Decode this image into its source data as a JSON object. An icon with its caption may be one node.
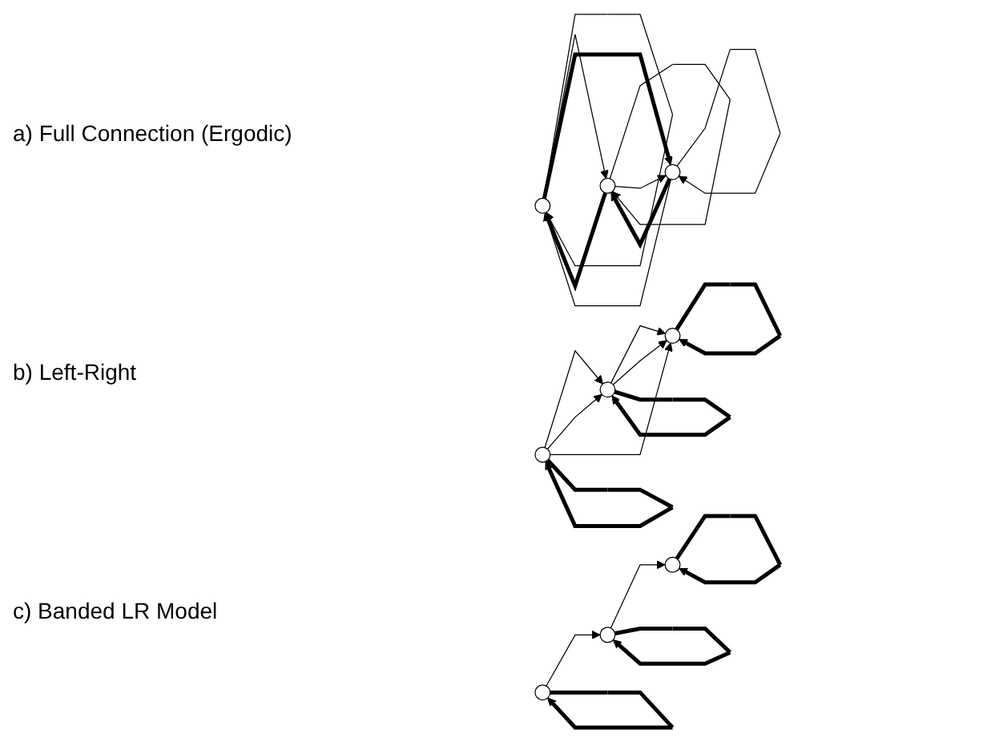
{
  "diagram": {
    "nodes": [
      {
        "text": [],
        "shape": "circle"
      },
      {
        "text": [],
        "shape": "circle"
      },
      {
        "text": [],
        "shape": "circle"
      },
      {
        "text": [],
        "shape": "circle"
      },
      {
        "text": [],
        "shape": "circle"
      },
      {
        "text": [],
        "shape": "circle"
      },
      {
        "text": [],
        "shape": "circle"
      },
      {
        "text": [],
        "shape": "circle"
      },
      {
        "text": [],
        "shape": "circle"
      }
    ],
    "edges": [
      {
        "from": 0,
        "to": 0,
        "arrow": "to"
      },
      {
        "from": 1,
        "to": 1,
        "arrow": "to"
      },
      {
        "from": 2,
        "to": 2,
        "arrow": "to"
      },
      {
        "from": 1,
        "to": 0,
        "arrow": "to",
        "style": "thick"
      },
      {
        "from": 0,
        "to": 1,
        "arrow": "to"
      },
      {
        "from": 0,
        "to": 2,
        "arrow": "to",
        "style": "thick"
      },
      {
        "from": 2,
        "to": 0,
        "arrow": "to"
      },
      {
        "from": 2,
        "to": 1,
        "arrow": "to",
        "style": "thick"
      },
      {
        "from": 1,
        "to": 2,
        "arrow": "to"
      },
      {
        "from": 3,
        "to": 4,
        "arrow": "to"
      },
      {
        "from": 4,
        "to": 5,
        "arrow": "to"
      },
      {
        "from": 3,
        "to": 4,
        "arrow": "to"
      },
      {
        "from": 3,
        "to": 5,
        "arrow": "to"
      },
      {
        "from": 4,
        "to": 5,
        "arrow": "to"
      },
      {
        "from": 3,
        "to": 3,
        "arrow": "to",
        "style": "thick"
      },
      {
        "from": 4,
        "to": 4,
        "arrow": "to",
        "style": "thick"
      },
      {
        "from": 5,
        "to": 5,
        "arrow": "to",
        "style": "thick"
      },
      {
        "from": 6,
        "to": 7,
        "arrow": "to"
      },
      {
        "from": 7,
        "to": 8,
        "arrow": "to"
      },
      {
        "from": 6,
        "to": 6,
        "arrow": "to",
        "style": "thick"
      },
      {
        "from": 7,
        "to": 7,
        "arrow": "to",
        "style": "thick"
      },
      {
        "from": 8,
        "to": 8,
        "arrow": "to",
        "style": "thick"
      }
    ],
    "labels": [
      "a) Full Connection (Ergodic)",
      "b) Left-Right",
      "c) Banded LR Model"
    ]
  }
}
